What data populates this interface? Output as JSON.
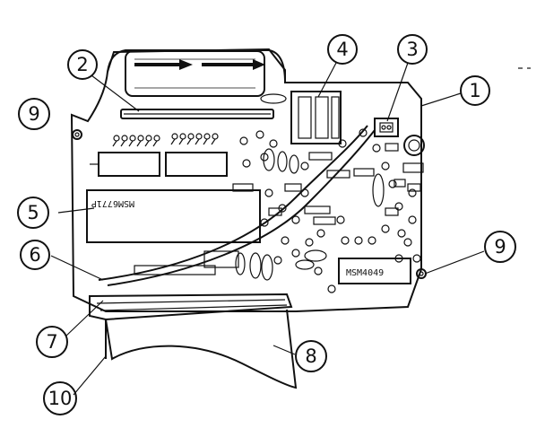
{
  "callouts": [
    {
      "id": "c1",
      "number": "1"
    },
    {
      "id": "c2",
      "number": "2"
    },
    {
      "id": "c3",
      "number": "3"
    },
    {
      "id": "c4",
      "number": "4"
    },
    {
      "id": "c5",
      "number": "5"
    },
    {
      "id": "c6",
      "number": "6"
    },
    {
      "id": "c7",
      "number": "7"
    },
    {
      "id": "c8",
      "number": "8"
    },
    {
      "id": "c9a",
      "number": "9"
    },
    {
      "id": "c9b",
      "number": "9"
    },
    {
      "id": "c10",
      "number": "10"
    }
  ],
  "chips": {
    "main_cpu": "MSM6771P",
    "driver": "MSM4049"
  }
}
